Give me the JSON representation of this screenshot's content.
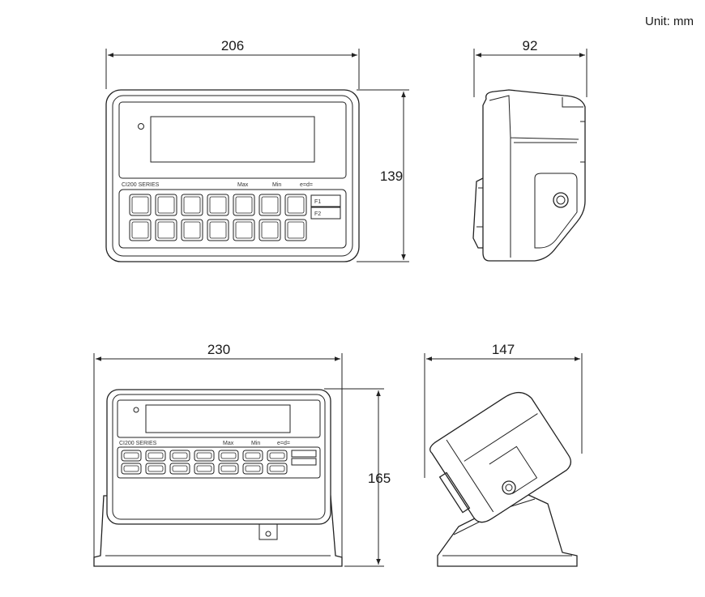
{
  "unit_label": "Unit: mm",
  "views": {
    "front": {
      "width_label": "206",
      "height_label": "139"
    },
    "side": {
      "width_label": "92"
    },
    "stand_front": {
      "width_label": "230",
      "height_label": "165"
    },
    "stand_side": {
      "width_label": "147"
    }
  },
  "device_text": {
    "series": "CI200 SERIES",
    "max": "Max",
    "min": "Min",
    "e_equals": "e=d=",
    "f1": "F1",
    "f2": "F2"
  }
}
